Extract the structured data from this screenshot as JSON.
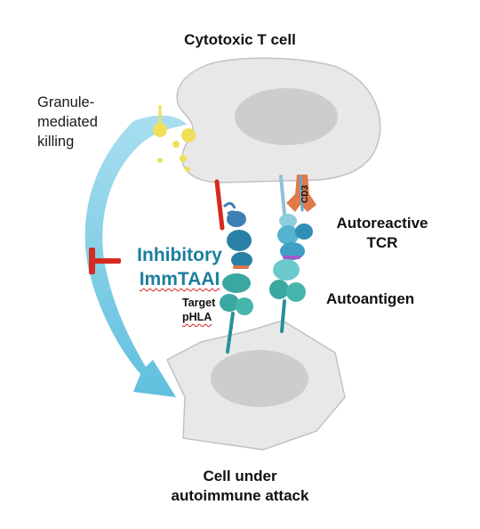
{
  "labels": {
    "t_cell": "Cytotoxic T cell",
    "granule_line1": "Granule-",
    "granule_line2": "mediated",
    "granule_line3": "killing",
    "inhibitory_line1": "Inhibitory",
    "inhibitory_line2": "ImmTAAI",
    "target_line1": "Target",
    "target_line2": "pHLA",
    "autoreactive_line1": "Autoreactive",
    "autoreactive_line2": "TCR",
    "autoantigen": "Autoantigen",
    "cd3": "CD3",
    "victim_line1": "Cell under",
    "victim_line2": "autoimmune attack"
  },
  "colors": {
    "cell_fill": "#e7e7e7",
    "cell_stroke": "#bdbdbd",
    "nucleus": "#c9c9c9",
    "arrow": "#6cc6e0",
    "granule": "#efe05a",
    "inhibit_bar": "#d42a1f",
    "inhibitory_text": "#1d7f9e",
    "cd3": "#e07a4a",
    "tcr_light": "#55b3cf",
    "tcr_dark": "#2a7fa6",
    "hla": "#3aa7a0",
    "peptide_purple": "#a05ac8",
    "peptide_orange": "#d9784a"
  }
}
